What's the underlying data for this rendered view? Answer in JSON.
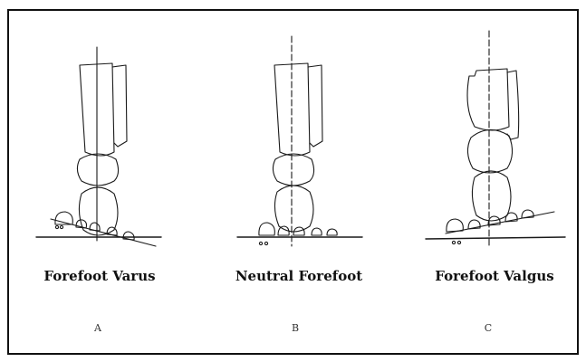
{
  "panels": [
    {
      "title": "Forefoot Varus",
      "letter": "A"
    },
    {
      "title": "Neutral Forefoot",
      "letter": "B"
    },
    {
      "title": "Forefoot Valgus",
      "letter": "C"
    }
  ],
  "colors": {
    "stroke": "#1a1a1a",
    "border": "#111111",
    "background": "#ffffff"
  }
}
